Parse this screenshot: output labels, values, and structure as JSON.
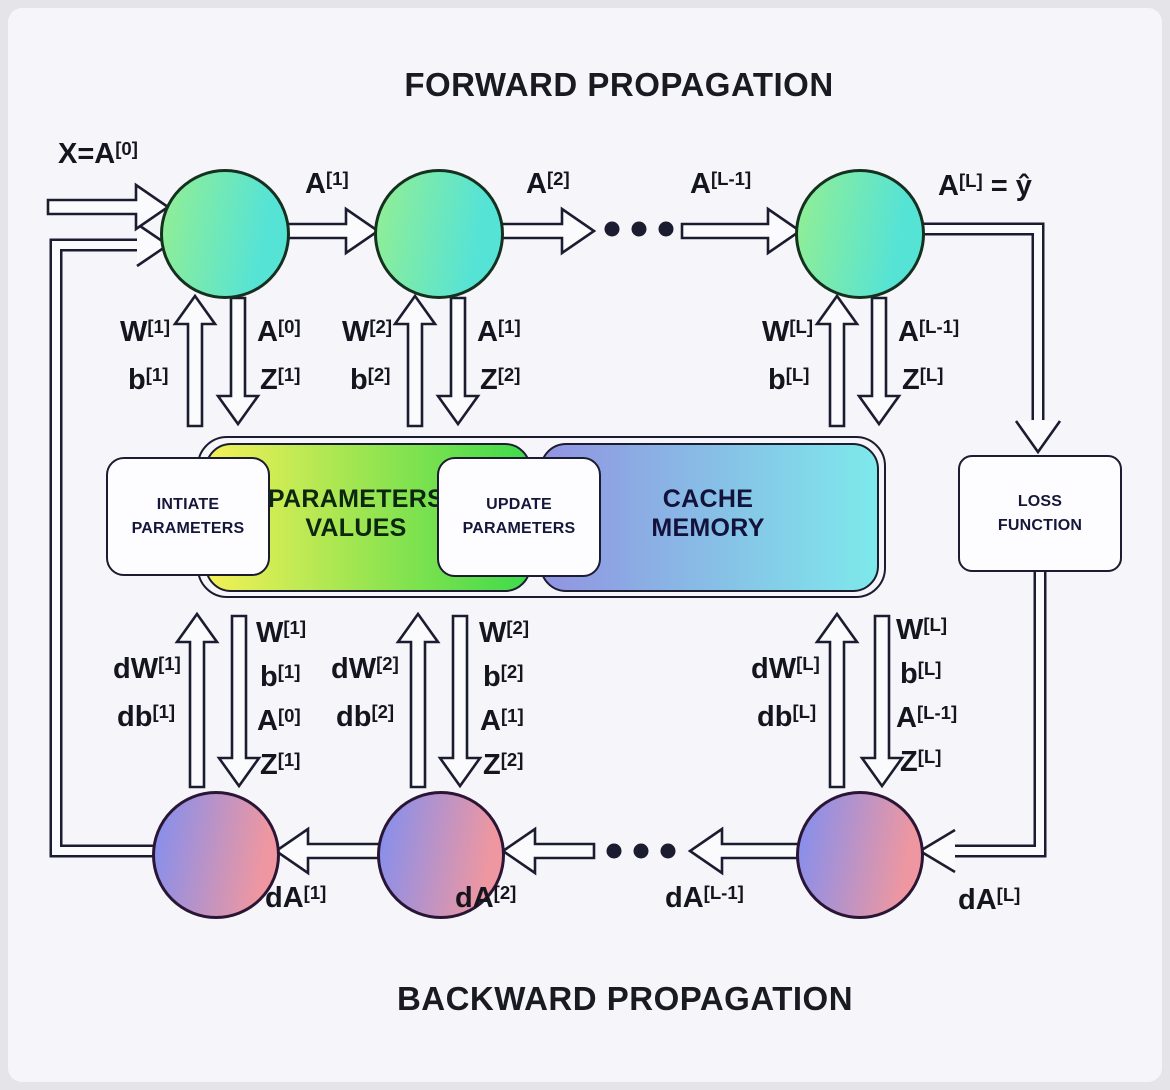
{
  "titles": {
    "forward": "FORWARD PROPAGATION",
    "backward": "BACKWARD PROPAGATION"
  },
  "forward_flow": {
    "input": {
      "base": "X=A",
      "sup": "[0]"
    },
    "a1": {
      "base": "A",
      "sup": "[1]"
    },
    "a2": {
      "base": "A",
      "sup": "[2]"
    },
    "aL1": {
      "base": "A",
      "sup": "[L-1]"
    },
    "output": {
      "base": "A",
      "sup": "[L]",
      "equals": " = ",
      "yhat": "ŷ"
    }
  },
  "forward_cache_io": {
    "layer1": {
      "w": {
        "base": "W",
        "sup": "[1]"
      },
      "b": {
        "base": "b",
        "sup": "[1]"
      },
      "a": {
        "base": "A",
        "sup": "[0]"
      },
      "z": {
        "base": "Z",
        "sup": "[1]"
      }
    },
    "layer2": {
      "w": {
        "base": "W",
        "sup": "[2]"
      },
      "b": {
        "base": "b",
        "sup": "[2]"
      },
      "a": {
        "base": "A",
        "sup": "[1]"
      },
      "z": {
        "base": "Z",
        "sup": "[2]"
      }
    },
    "layerL": {
      "w": {
        "base": "W",
        "sup": "[L]"
      },
      "b": {
        "base": "b",
        "sup": "[L]"
      },
      "a": {
        "base": "A",
        "sup": "[L-1]"
      },
      "z": {
        "base": "Z",
        "sup": "[L]"
      }
    }
  },
  "backward_cache_io": {
    "layer1": {
      "dw": {
        "base": "dW",
        "sup": "[1]"
      },
      "db": {
        "base": "db",
        "sup": "[1]"
      },
      "w": {
        "base": "W",
        "sup": "[1]"
      },
      "b": {
        "base": "b",
        "sup": "[1]"
      },
      "a": {
        "base": "A",
        "sup": "[0]"
      },
      "z": {
        "base": "Z",
        "sup": "[1]"
      }
    },
    "layer2": {
      "dw": {
        "base": "dW",
        "sup": "[2]"
      },
      "db": {
        "base": "db",
        "sup": "[2]"
      },
      "w": {
        "base": "W",
        "sup": "[2]"
      },
      "b": {
        "base": "b",
        "sup": "[2]"
      },
      "a": {
        "base": "A",
        "sup": "[1]"
      },
      "z": {
        "base": "Z",
        "sup": "[2]"
      }
    },
    "layerL": {
      "dw": {
        "base": "dW",
        "sup": "[L]"
      },
      "db": {
        "base": "db",
        "sup": "[L]"
      },
      "w": {
        "base": "W",
        "sup": "[L]"
      },
      "b": {
        "base": "b",
        "sup": "[L]"
      },
      "a": {
        "base": "A",
        "sup": "[L-1]"
      },
      "z": {
        "base": "Z",
        "sup": "[L]"
      }
    }
  },
  "backward_flow": {
    "da1": {
      "base": "dA",
      "sup": "[1]"
    },
    "da2": {
      "base": "dA",
      "sup": "[2]"
    },
    "daL1": {
      "base": "dA",
      "sup": "[L-1]"
    },
    "daL": {
      "base": "dA",
      "sup": "[L]"
    }
  },
  "boxes": {
    "initiate": {
      "line1": "INTIATE",
      "line2": "PARAMETERS"
    },
    "parameters": {
      "line1": "PARAMETERS",
      "line2": "VALUES"
    },
    "update": {
      "line1": "UPDATE",
      "line2": "PARAMETERS"
    },
    "cache": {
      "line1": "CACHE",
      "line2": "MEMORY"
    },
    "loss": {
      "line1": "LOSS",
      "line2": "FUNCTION"
    }
  },
  "colors": {
    "background": "#f6f6fa",
    "line": "#1c1c30",
    "forward_node_left": "#8fee97",
    "forward_node_right": "#55e3d6",
    "backward_node_left": "#8b8fe9",
    "backward_node_right": "#ef97a0",
    "params_box_left": "#f4f057",
    "params_box_right": "#3eda4b",
    "cache_box_left": "#9193e1",
    "cache_box_right": "#7ee9eb"
  }
}
